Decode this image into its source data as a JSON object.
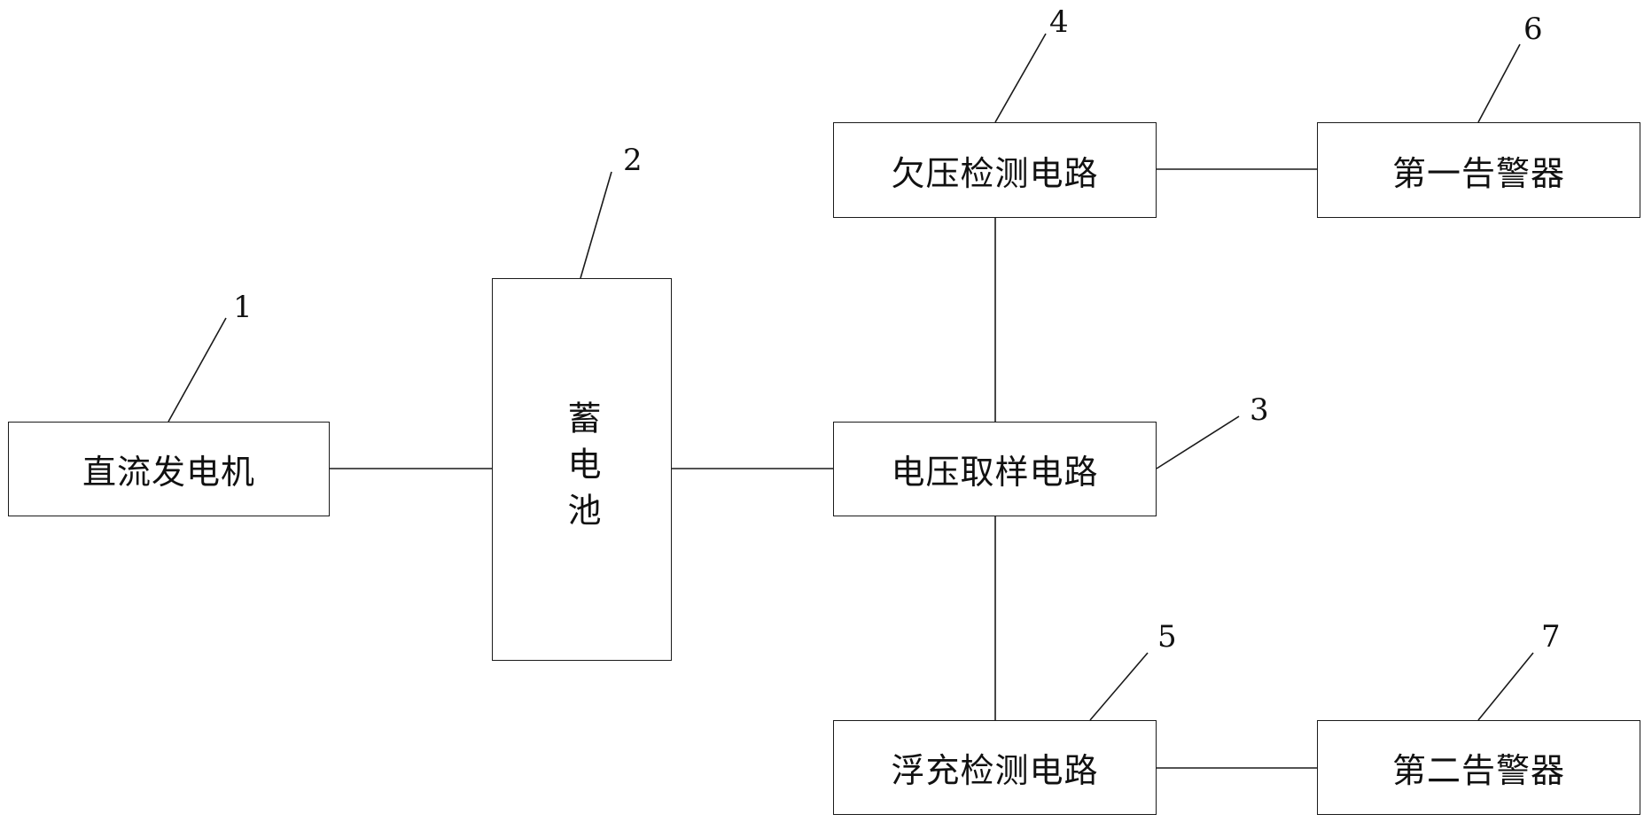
{
  "blocks": {
    "dc_generator": "直流发电机",
    "battery": "蓄电池",
    "voltage_sampling": "电压取样电路",
    "undervoltage_detect": "欠压检测电路",
    "float_charge_detect": "浮充检测电路",
    "first_alarm": "第一告警器",
    "second_alarm": "第二告警器"
  },
  "labels": {
    "n1": "1",
    "n2": "2",
    "n3": "3",
    "n4": "4",
    "n5": "5",
    "n6": "6",
    "n7": "7"
  },
  "colors": {
    "stroke": "#1a1a1a",
    "background": "#ffffff"
  }
}
